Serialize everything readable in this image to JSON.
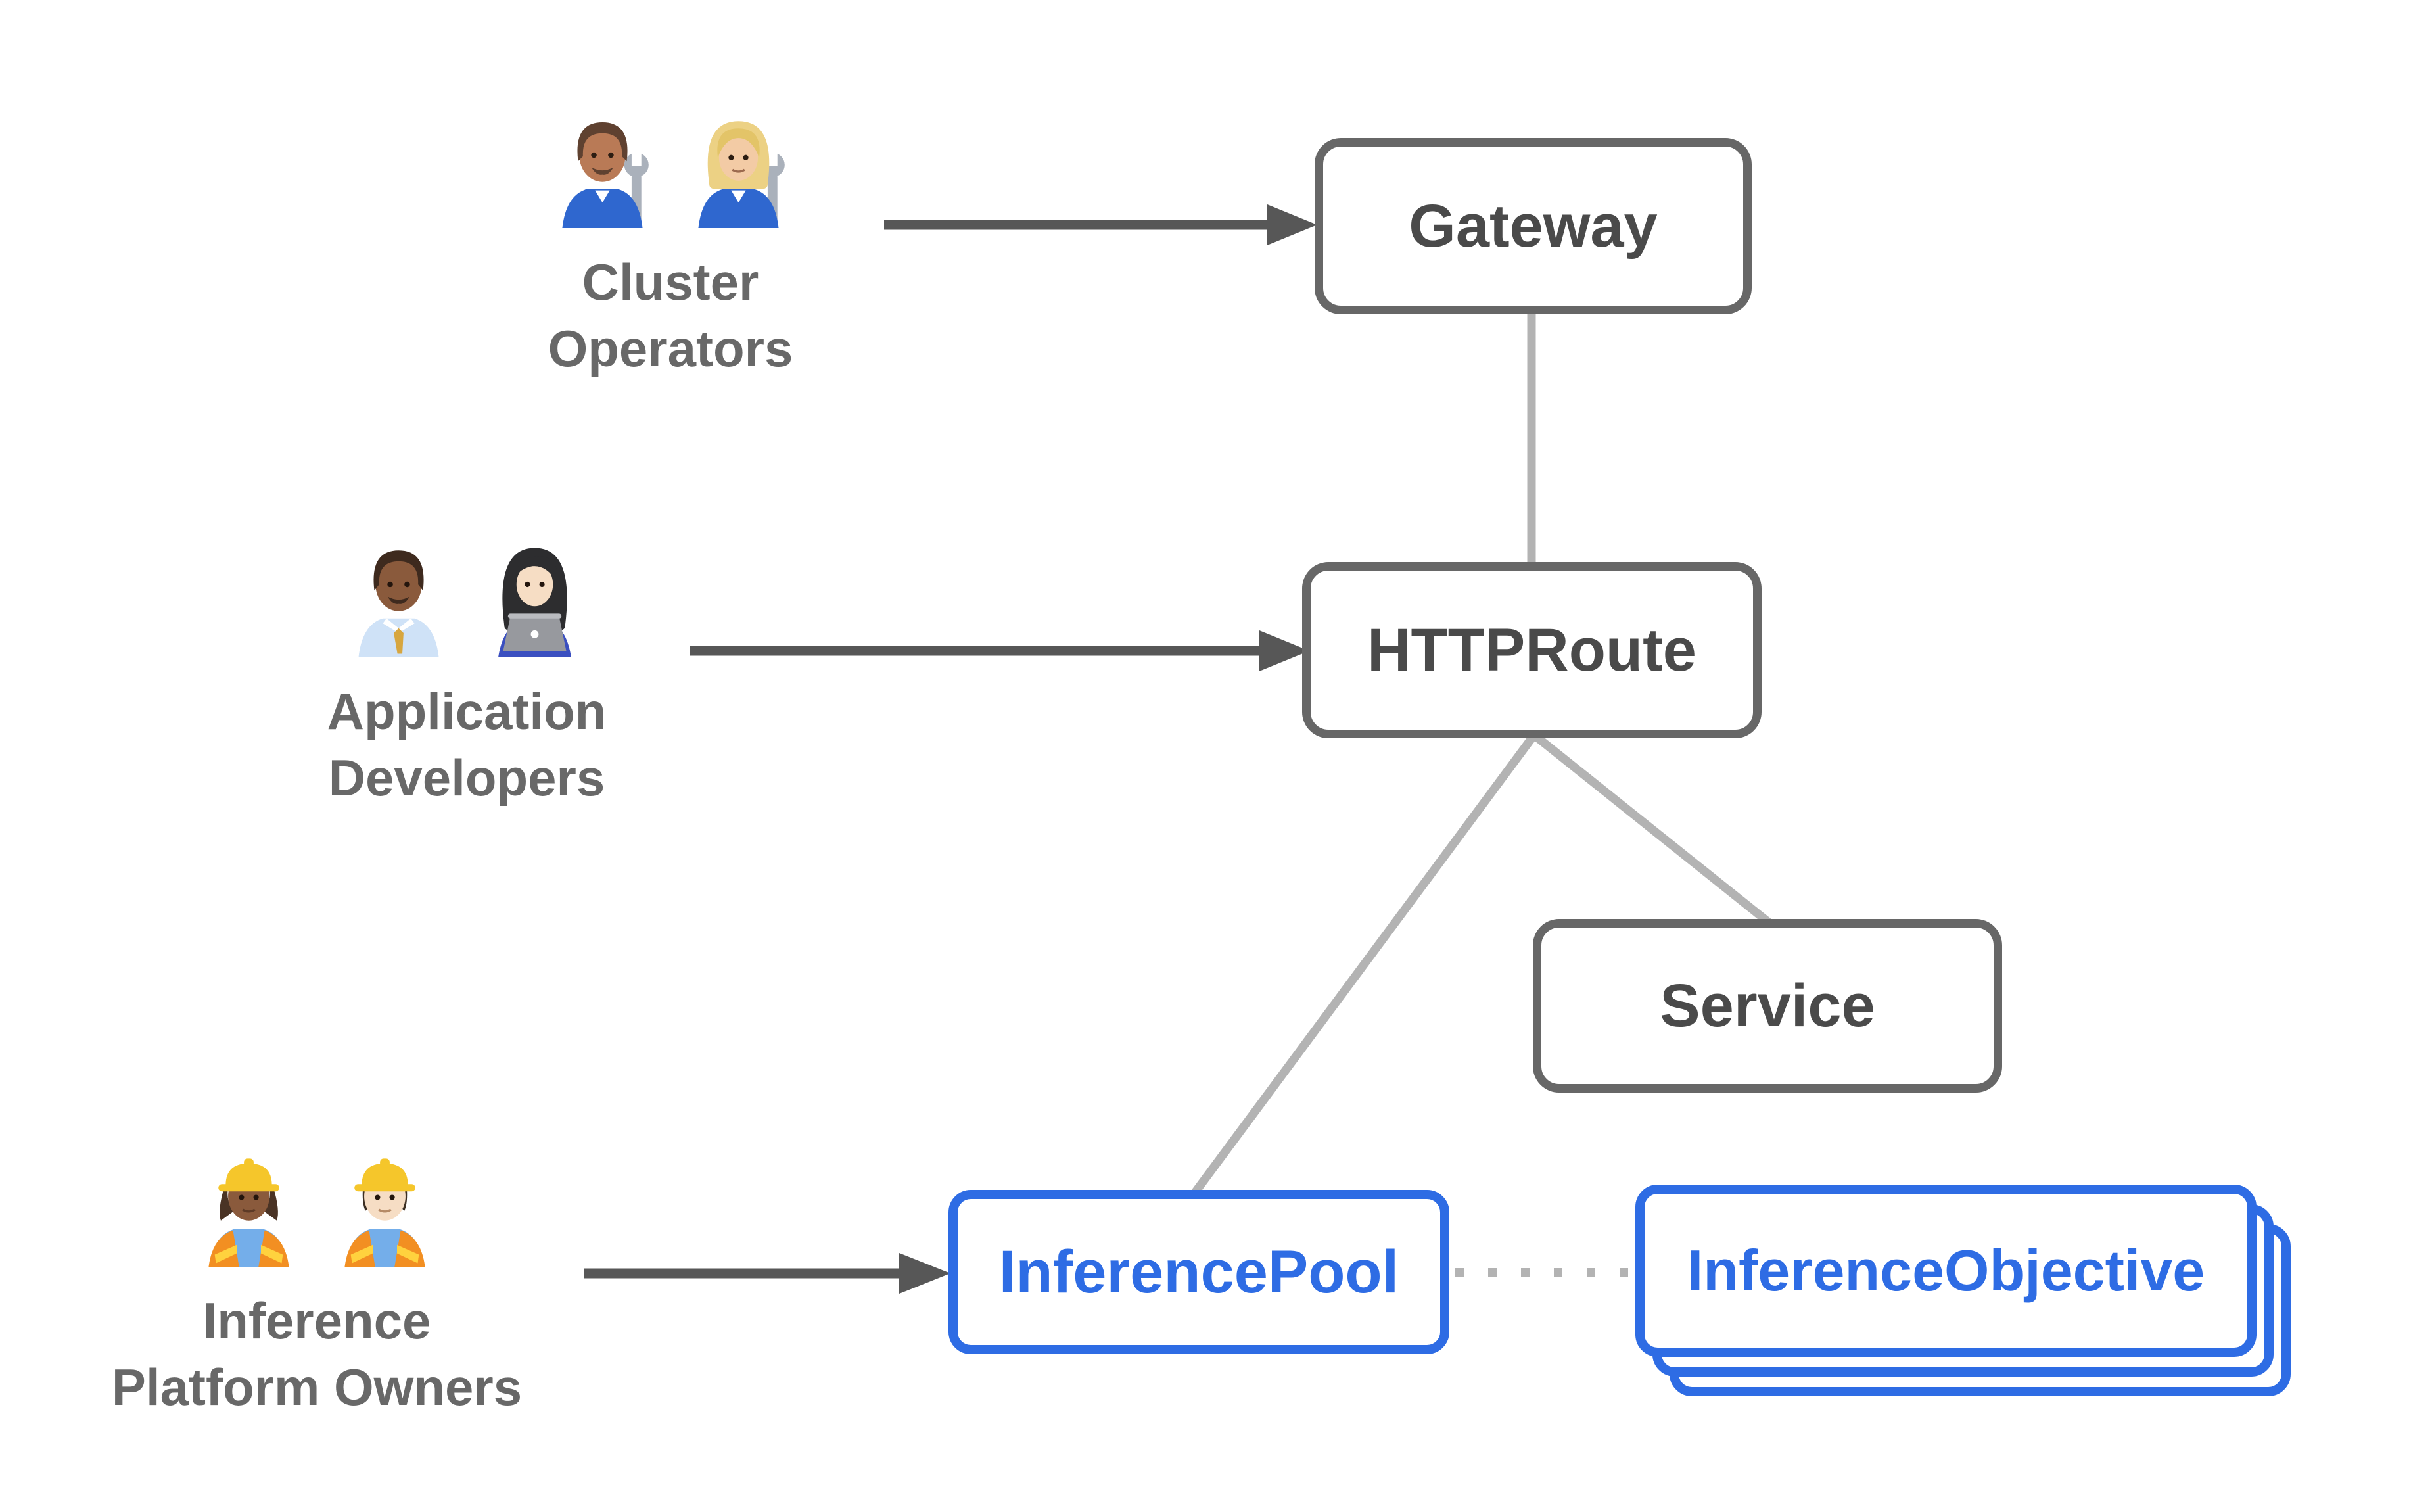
{
  "actors": {
    "cluster_operators": {
      "line1": "Cluster",
      "line2": "Operators",
      "icons": [
        "man-mechanic-emoji",
        "woman-mechanic-emoji"
      ]
    },
    "application_developers": {
      "line1": "Application",
      "line2": "Developers",
      "icons": [
        "man-office-worker-emoji",
        "woman-technologist-emoji"
      ]
    },
    "inference_platform_owners": {
      "line1": "Inference",
      "line2": "Platform Owners",
      "icons": [
        "woman-construction-worker-emoji",
        "man-construction-worker-emoji"
      ]
    }
  },
  "nodes": {
    "gateway": {
      "label": "Gateway",
      "style": "gray"
    },
    "httproute": {
      "label": "HTTPRoute",
      "style": "gray"
    },
    "service": {
      "label": "Service",
      "style": "gray"
    },
    "inferencepool": {
      "label": "InferencePool",
      "style": "blue"
    },
    "inferenceobjective": {
      "label": "InferenceObjective",
      "style": "blue",
      "stacked": true,
      "stack_count": 3
    }
  },
  "connections": [
    {
      "from": "cluster_operators",
      "to": "gateway",
      "type": "solid-arrow"
    },
    {
      "from": "application_developers",
      "to": "httproute",
      "type": "solid-arrow"
    },
    {
      "from": "inference_platform_owners",
      "to": "inferencepool",
      "type": "solid-arrow"
    },
    {
      "from": "gateway",
      "to": "httproute",
      "type": "plain-line"
    },
    {
      "from": "httproute",
      "to": "inferencepool",
      "type": "plain-line"
    },
    {
      "from": "httproute",
      "to": "service",
      "type": "plain-line"
    },
    {
      "from": "inferencepool",
      "to": "inferenceobjective",
      "type": "dotted-line"
    }
  ],
  "colors": {
    "background": "#ffffff",
    "node_border_gray": "#676767",
    "node_text_gray": "#4a4a4a",
    "actor_label_gray": "#686868",
    "arrow_dark_gray": "#575757",
    "connector_light_gray": "#b3b3b3",
    "accent_blue": "#2e6ce4"
  }
}
